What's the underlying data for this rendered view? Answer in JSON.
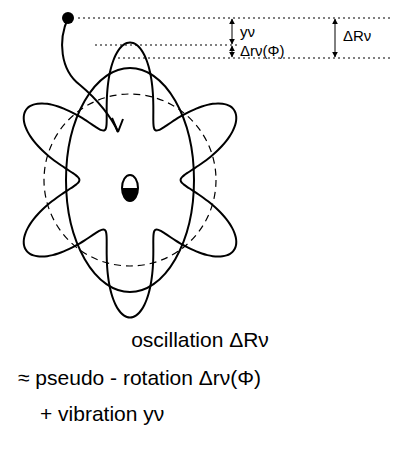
{
  "diagram": {
    "labels": [
      "yν",
      "Δrν(Φ)",
      "ΔRν",
      "oscillation ΔRν",
      "≈ pseudo - rotation Δrν(Φ)",
      "+ vibration yν"
    ]
  }
}
